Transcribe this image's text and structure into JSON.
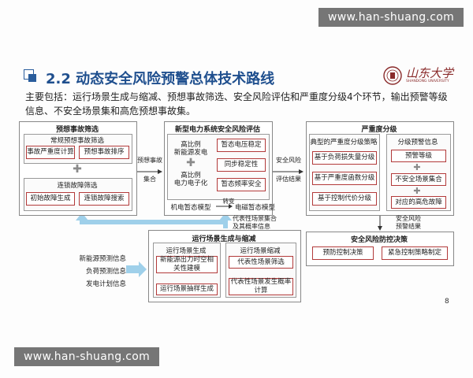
{
  "watermark_top": "www.han-shuang.com",
  "watermark_bottom": "www.han-shuang.com",
  "title": "2.2 动态安全风险预警总体技术路线",
  "logo_text": "山东大学",
  "logo_sub": "SHANDONG UNIVERSITY",
  "summary": "主要包括：运行场景生成与缩减、预想事故筛选、安全风险评估和严重度分级4个环节，输出预警等级信息、不安全场景集和高危预想事故集。",
  "page_number": "8",
  "panel1": {
    "title": "预想事故筛选",
    "group1_title": "常规预想事故筛选",
    "item1": "事故严重度计算",
    "item2": "预想事故排序",
    "group2_title": "连锁故障筛选",
    "item3": "初始故障生成",
    "item4": "连锁故障搜索"
  },
  "arrow1_label_a": "预想事故",
  "arrow1_label_b": "集合",
  "panel2": {
    "title": "新型电力系统安全风险评估",
    "left_a1": "高比例",
    "left_a2": "新能源发电",
    "left_b1": "高比例",
    "left_b2": "电力电子化",
    "item1": "暂态电压稳定",
    "item2": "同步稳定性",
    "item3": "暂态频率安全",
    "bottom_left": "机电暂态模型",
    "bottom_mid": "转变",
    "bottom_right": "电磁暂态模型"
  },
  "arrow2_label_a": "安全风险",
  "arrow2_label_b": "评估结果",
  "panel3": {
    "title": "严重度分级",
    "left_title": "典型的严重度分级策略",
    "item1": "基于负荷损失量分级",
    "item2": "基于严重度函数分级",
    "item3": "基于控制代价分级",
    "right_title": "分级预警信息",
    "r1": "预警等级",
    "r2": "不安全场景集合",
    "r3": "对应的高危故障"
  },
  "arrow3_label_a": "安全风险",
  "arrow3_label_b": "预警结果",
  "panel4": {
    "title": "安全风险防控决策",
    "item1": "预防控制决策",
    "item2": "紧急控制策略制定"
  },
  "panel5": {
    "title": "运行场景生成与缩减",
    "left_title": "运行场景生成",
    "l1": "新能源出力时空相关性建模",
    "l2": "运行场景抽样生成",
    "right_title": "运行场景缩减",
    "r1": "代表性场景筛选",
    "r2": "代表性场景发生概率计算"
  },
  "feedback_label_a": "代表性场景集合",
  "feedback_label_b": "及其概率信息",
  "inputs": [
    "新能源预测信息",
    "负荷预测信息",
    "发电计划信息"
  ]
}
